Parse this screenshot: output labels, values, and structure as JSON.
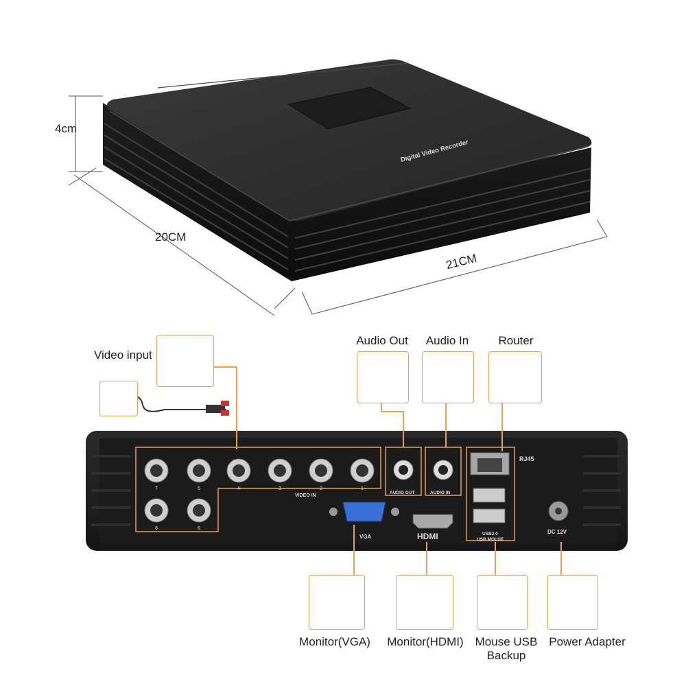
{
  "dimensions": {
    "height": "4cm",
    "depth": "20CM",
    "width": "21CM"
  },
  "device": {
    "top_label": "Digital Video Recorder",
    "port_labels": {
      "video_in": "VIDEO IN",
      "audio_out": "AUDIO OUT",
      "audio_in": "AUDIO IN",
      "rj45": "RJ45",
      "vga": "VGA",
      "hdmi": "HDMI",
      "usb": "USB2.0",
      "usb_mouse": "USB MOUSE",
      "dc": "DC 12V"
    },
    "channel_numbers": [
      "7",
      "5",
      "4",
      "3",
      "2",
      "1",
      "8",
      "6"
    ]
  },
  "connections": {
    "video_input": "Video input",
    "audio_out": "Audio Out",
    "audio_in": "Audio In",
    "router": "Router",
    "monitor_vga": "Monitor(VGA)",
    "monitor_hdmi": "Monitor(HDMI)",
    "mouse_usb_1": "Mouse USB",
    "mouse_usb_2": "Backup",
    "power_adapter": "Power Adapter"
  },
  "colors": {
    "accent": "#e8a054",
    "device": "#1c1c1c"
  }
}
